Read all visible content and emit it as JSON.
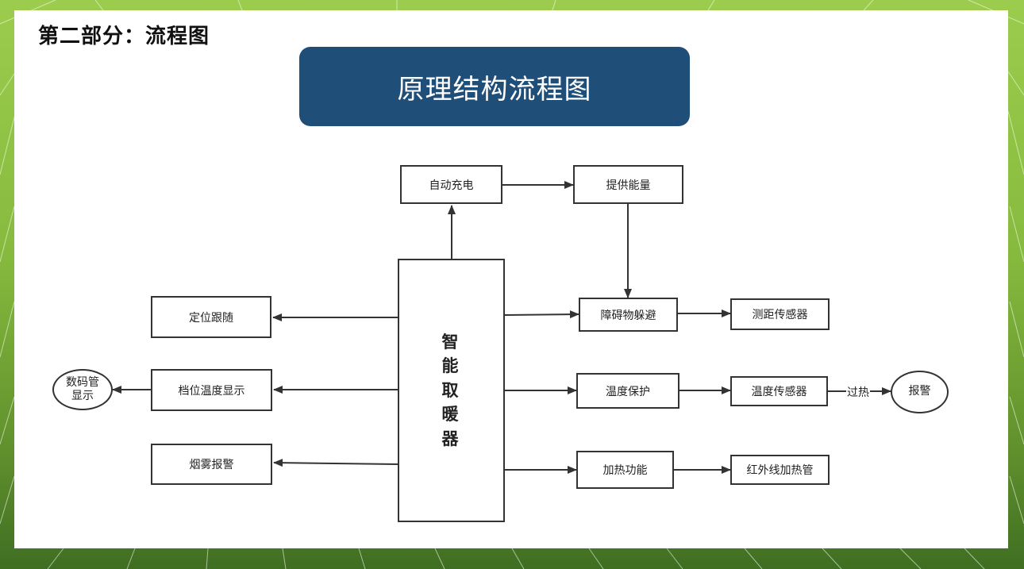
{
  "section_title": "第二部分：流程图",
  "banner_title": "原理结构流程图",
  "colors": {
    "banner": "#1f4e79",
    "background_green": "#8ec346",
    "line": "#333333"
  },
  "diagram": {
    "core": "智能取暖器",
    "core_chars": [
      "智",
      "能",
      "取",
      "暖",
      "器"
    ],
    "nodes": {
      "auto_charge": "自动充电",
      "supply_energy": "提供能量",
      "obstacle_avoid": "障碍物躲避",
      "distance_sensor": "测距传感器",
      "temp_protect": "温度保护",
      "temp_sensor": "温度传感器",
      "alarm": "报警",
      "heating": "加热功能",
      "ir_heater": "红外线加热管",
      "follow": "定位跟随",
      "gear_temp_display": "档位温度显示",
      "digital_tube_line1": "数码管",
      "digital_tube_line2": "显示",
      "smoke_alarm": "烟雾报警"
    },
    "edge_labels": {
      "overheat": "过热"
    }
  }
}
